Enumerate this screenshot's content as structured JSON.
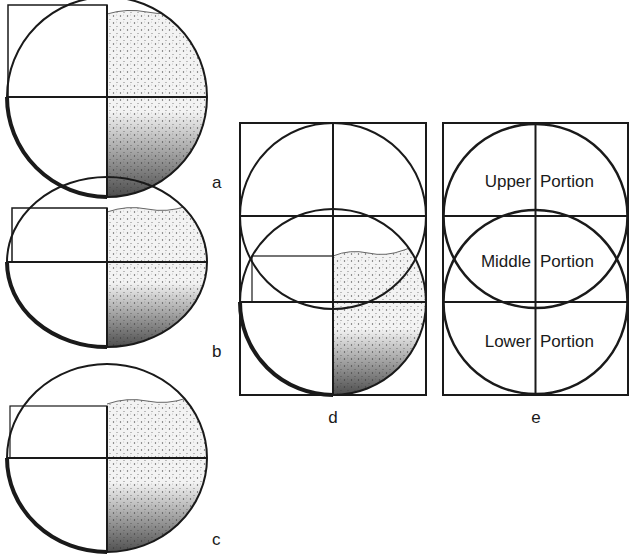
{
  "diagram": {
    "labels": [
      "a",
      "b",
      "c",
      "d",
      "e",
      "Upper",
      "Portion",
      "Middle",
      "Portion",
      "Lower",
      "Portion"
    ]
  }
}
